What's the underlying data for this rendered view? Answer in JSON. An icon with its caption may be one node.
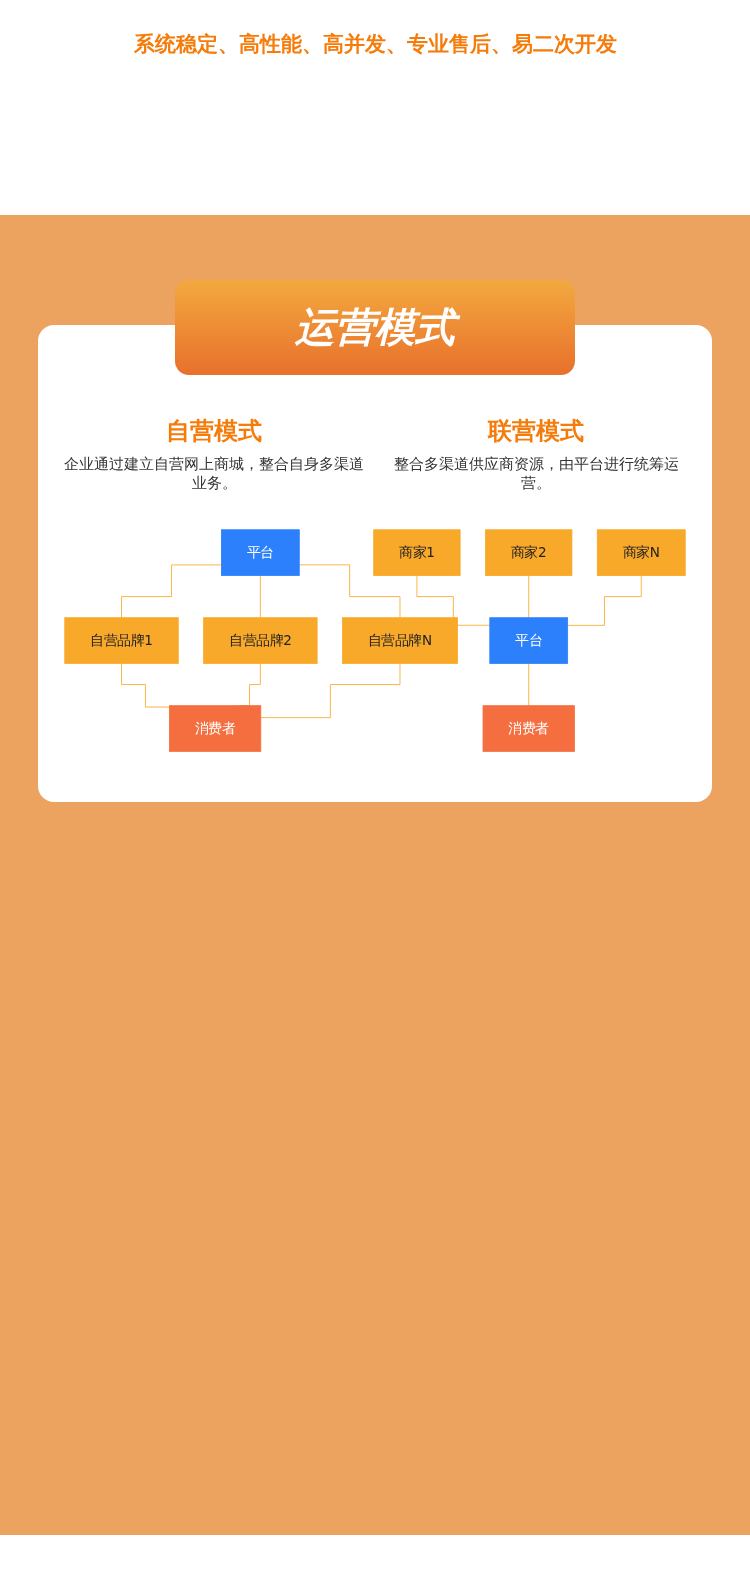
{
  "diagram": {
    "title": "运营模式",
    "nodes": [
      {
        "text": [
          "平台"
        ]
      },
      {
        "text": [
          "自营品牌1"
        ]
      },
      {
        "text": [
          "自营品牌2"
        ]
      },
      {
        "text": [
          "自营品牌N"
        ]
      },
      {
        "text": [
          "消费者"
        ]
      },
      {
        "text": [
          "商家1"
        ]
      },
      {
        "text": [
          "商家2"
        ]
      },
      {
        "text": [
          "商家N"
        ]
      },
      {
        "text": [
          "平台"
        ]
      },
      {
        "text": [
          "消费者"
        ]
      }
    ],
    "edges": [
      {
        "from": 0,
        "to": 1,
        "arrow": "none"
      },
      {
        "from": 0,
        "to": 2,
        "arrow": "none"
      },
      {
        "from": 0,
        "to": 3,
        "arrow": "none"
      },
      {
        "from": 1,
        "to": 4,
        "arrow": "none"
      },
      {
        "from": 2,
        "to": 4,
        "arrow": "none"
      },
      {
        "from": 3,
        "to": 4,
        "arrow": "none"
      },
      {
        "from": 5,
        "to": 8,
        "arrow": "none"
      },
      {
        "from": 6,
        "to": 8,
        "arrow": "none"
      },
      {
        "from": 7,
        "to": 8,
        "arrow": "none"
      },
      {
        "from": 8,
        "to": 9,
        "arrow": "none"
      }
    ],
    "labels": [
      "系统稳定、高性能、高并发、专业售后、易二次开发",
      "自营模式",
      "企业通过建立自营网上商城，整合自身多渠道业务。",
      "联营模式",
      "整合多渠道供应商资源，由平台进行统筹运营。"
    ]
  }
}
